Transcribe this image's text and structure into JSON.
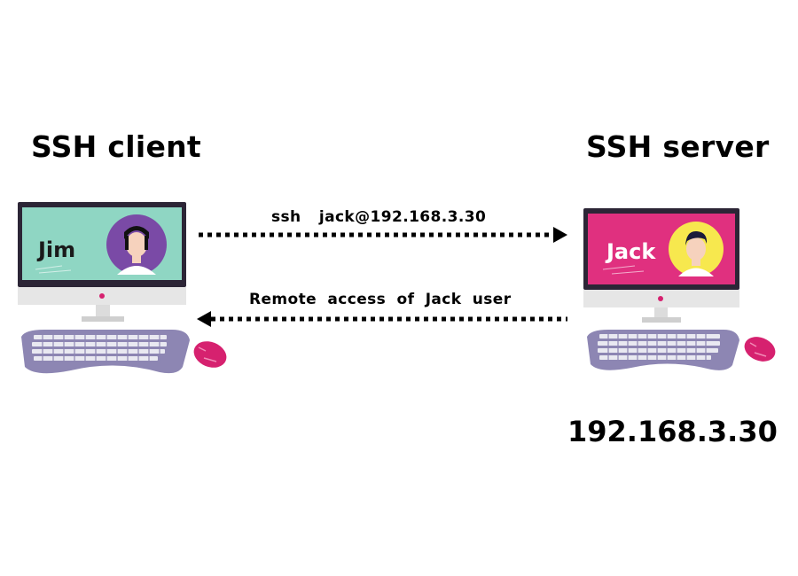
{
  "client": {
    "title": "SSH client",
    "user_name": "Jim",
    "screen_color": "#8fd6c3"
  },
  "server": {
    "title": "SSH server",
    "user_name": "Jack",
    "screen_color": "#e0307f",
    "ip": "192.168.3.30"
  },
  "connection": {
    "command": "ssh jack@192.168.3.30",
    "return_label": "Remote access of Jack user"
  },
  "colors": {
    "monitor_frame": "#2c2536",
    "keyboard": "#8d86b3",
    "keys": "#e9e9f1",
    "mouse": "#d6216f",
    "client_avatar_bg": "#7a4aa6",
    "server_avatar_bg": "#f7e84e"
  }
}
